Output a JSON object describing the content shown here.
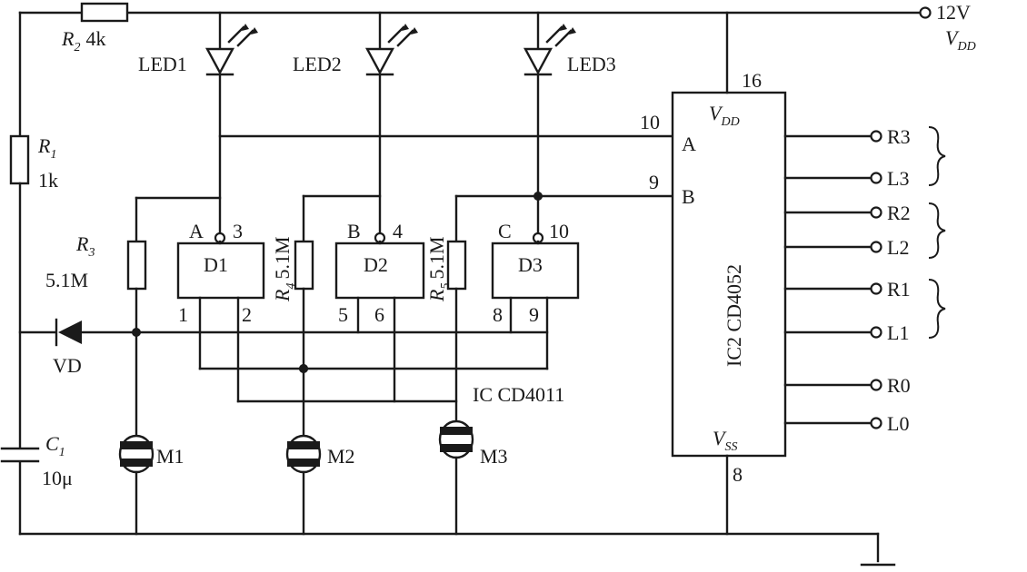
{
  "supply": {
    "voltage": "12V",
    "vdd_main": "V",
    "vdd_sub": "DD"
  },
  "resistors": {
    "r1": {
      "name": "R",
      "sub": "1",
      "value": "1k"
    },
    "r2": {
      "name": "R",
      "sub": "2",
      "value": "4k"
    },
    "r3": {
      "name": "R",
      "sub": "3",
      "value": "5.1M"
    },
    "r4": {
      "name": "R",
      "sub": "4",
      "value": "5.1M"
    },
    "r5": {
      "name": "R",
      "sub": "5",
      "value": "5.1M"
    }
  },
  "capacitor": {
    "name": "C",
    "sub": "1",
    "value": "10μ"
  },
  "diode": {
    "label": "VD"
  },
  "leds": [
    "LED1",
    "LED2",
    "LED3"
  ],
  "gates": [
    {
      "label": "D1",
      "input": "A",
      "out_pin": "3",
      "in_pins": [
        "1",
        "2"
      ]
    },
    {
      "label": "D2",
      "input": "B",
      "out_pin": "4",
      "in_pins": [
        "5",
        "6"
      ]
    },
    {
      "label": "D3",
      "input": "C",
      "out_pin": "10",
      "in_pins": [
        "8",
        "9"
      ]
    }
  ],
  "ic1": {
    "label": "IC CD4011"
  },
  "ic2": {
    "label": "IC2 CD4052",
    "vdd_pin": "16",
    "vss_pin": "8",
    "pin_a": "10",
    "pin_b": "9",
    "label_a": "A",
    "label_b": "B",
    "vdd_main": "V",
    "vdd_sub": "DD",
    "vss_main": "V",
    "vss_sub": "SS"
  },
  "outputs": [
    "R3",
    "L3",
    "R2",
    "L2",
    "R1",
    "L1",
    "R0",
    "L0"
  ],
  "sensors": [
    "M1",
    "M2",
    "M3"
  ]
}
